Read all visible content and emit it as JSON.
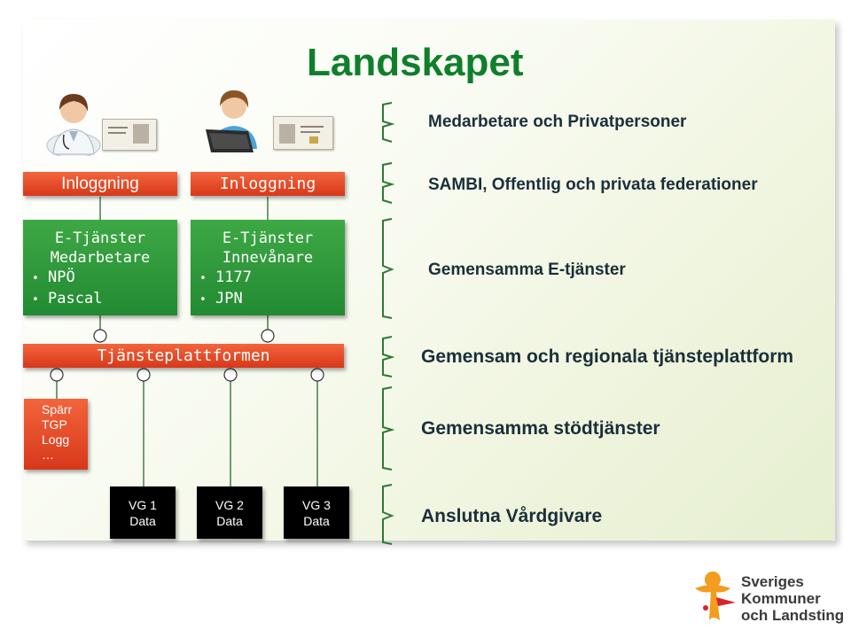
{
  "title": "Landskapet",
  "left": {
    "login_1": "Inloggning",
    "login_2": "Inloggning",
    "box_staff": {
      "head_1": "E-Tjänster",
      "head_2": "Medarbetare",
      "items": [
        "NPÖ",
        "Pascal"
      ]
    },
    "box_citizen": {
      "head_1": "E-Tjänster",
      "head_2": "Innevånare",
      "items": [
        "1177",
        "JPN"
      ]
    },
    "platform": "Tjänsteplattformen",
    "support": [
      "Spärr",
      "TGP",
      "Logg",
      "…"
    ],
    "providers": [
      {
        "line1": "VG 1",
        "line2": "Data"
      },
      {
        "line1": "VG 2",
        "line2": "Data"
      },
      {
        "line1": "VG 3",
        "line2": "Data"
      }
    ]
  },
  "right_labels": [
    "Medarbetare och Privatpersoner",
    "SAMBI, Offentlig och privata federationer",
    "Gemensamma E-tjänster",
    "Gemensam och regionala tjänsteplattform",
    "Gemensamma stödtjänster",
    "Anslutna Vårdgivare"
  ],
  "logo": [
    "Sveriges",
    "Kommuner",
    "och Landsting"
  ],
  "colors": {
    "title": "#0f7f2c",
    "red": "#e0441f",
    "green": "#2e9a3a",
    "label": "#1b2f3a"
  },
  "icons": [
    "doctor-person-icon",
    "user-laptop-icon",
    "id-card-icon",
    "skl-logo-icon"
  ]
}
